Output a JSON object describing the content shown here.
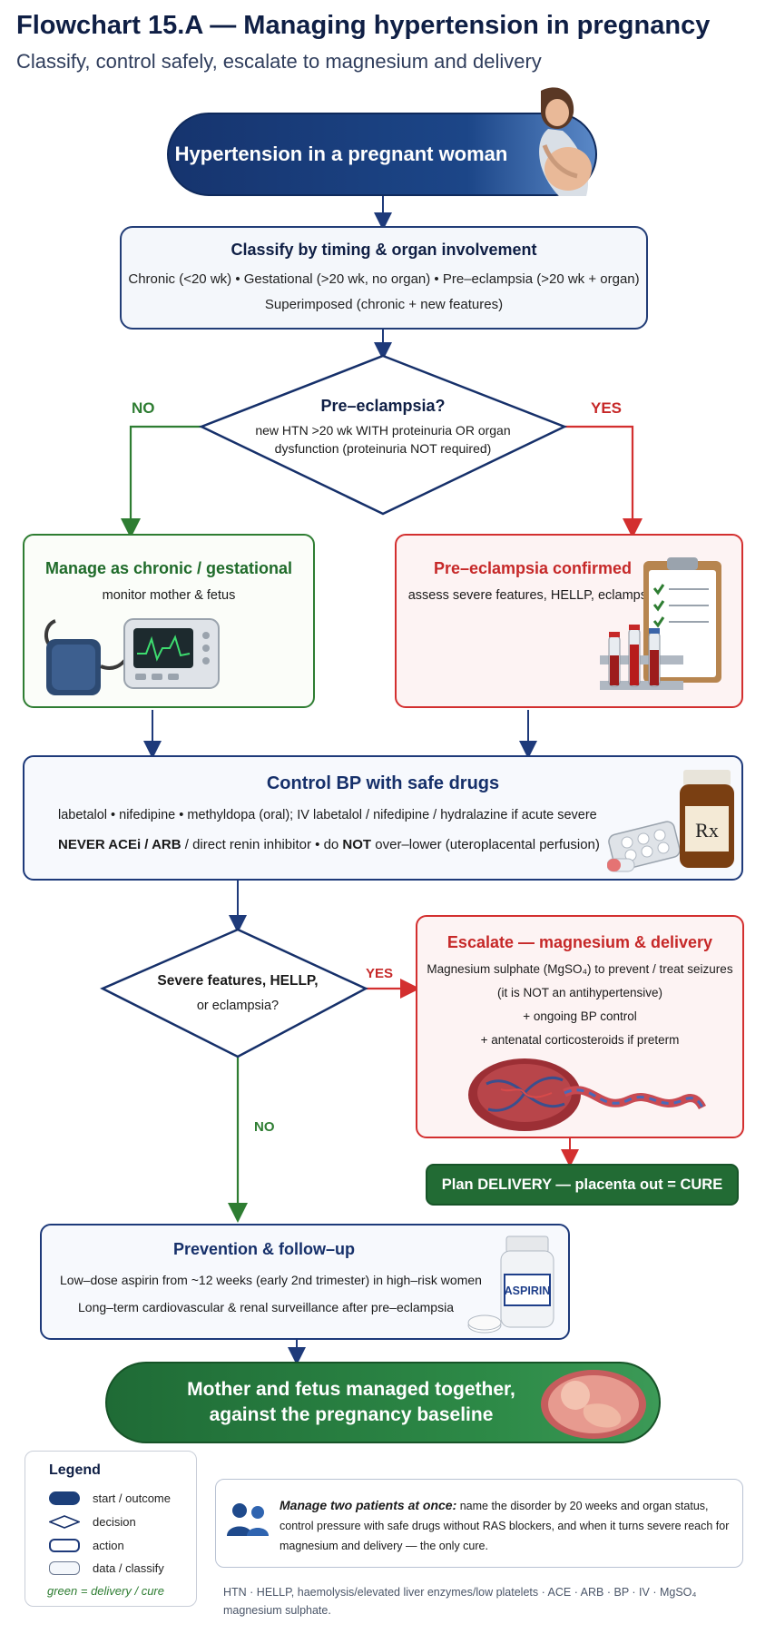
{
  "header": {
    "title": "Flowchart 15.A — Managing hypertension in pregnancy",
    "subtitle": "Classify, control safely, escalate to magnesium and delivery"
  },
  "nodes": {
    "start": "Hypertension in a pregnant woman",
    "classify": {
      "title": "Classify by timing & organ involvement",
      "line1": "Chronic (<20 wk) • Gestational (>20 wk, no organ) • Pre–eclampsia (>20 wk + organ)",
      "line2": "Superimposed (chronic + new features)"
    },
    "decision1": {
      "title": "Pre–eclampsia?",
      "line1": "new HTN >20 wk WITH proteinuria OR organ",
      "line2": "dysfunction (proteinuria NOT required)"
    },
    "manage": {
      "title": "Manage as chronic / gestational",
      "text": "monitor mother & fetus"
    },
    "confirmed": {
      "title": "Pre–eclampsia confirmed",
      "text": "assess severe features, HELLP, eclampsia"
    },
    "control": {
      "title": "Control BP with safe drugs",
      "line1": "labetalol • nifedipine • methyldopa (oral); IV labetalol / nifedipine / hydralazine if acute severe",
      "line2_a": "NEVER ACEi / ARB",
      "line2_b": " / direct renin inhibitor  •  do ",
      "line2_c": "NOT",
      "line2_d": " over–lower (uteroplacental perfusion)"
    },
    "decision2": {
      "line1": "Severe features, HELLP,",
      "line2": "or eclampsia?"
    },
    "escalate": {
      "title": "Escalate — magnesium & delivery",
      "line1": "Magnesium sulphate (MgSO₄) to prevent / treat seizures",
      "line2": "(it is NOT an antihypertensive)",
      "line3": "+  ongoing BP control",
      "line4": "+ antenatal corticosteroids if preterm"
    },
    "delivery": "Plan DELIVERY — placenta out = CURE",
    "prevention": {
      "title": "Prevention & follow–up",
      "line1": "Low–dose aspirin from ~12 weeks (early 2nd trimester) in high–risk women",
      "line2": "Long–term cardiovascular & renal surveillance after pre–eclampsia"
    },
    "end": {
      "line1": "Mother and fetus managed together,",
      "line2": "against the pregnancy baseline"
    }
  },
  "edge_labels": {
    "no1": "NO",
    "yes1": "YES",
    "yes2": "YES",
    "no2": "NO"
  },
  "illustrations": {
    "rx_label": "Rx",
    "aspirin_label": "ASPIRIN"
  },
  "legend": {
    "title": "Legend",
    "items": [
      "start / outcome",
      "decision",
      "action",
      "data / classify"
    ],
    "note": "green = delivery / cure"
  },
  "note": {
    "lead": "Manage two patients at once:",
    "text": " name the disorder by 20 weeks and organ status, control pressure with safe drugs without RAS blockers, and when it turns severe reach for magnesium and delivery — the only cure."
  },
  "abbreviations": {
    "line1": "HTN · HELLP, haemolysis/elevated liver enzymes/low platelets · ACE · ARB · BP · IV · MgSO₄",
    "line2": "magnesium sulphate."
  },
  "colors": {
    "navy": "#1e3a7a",
    "green": "#2e7d32",
    "red": "#c62828"
  }
}
